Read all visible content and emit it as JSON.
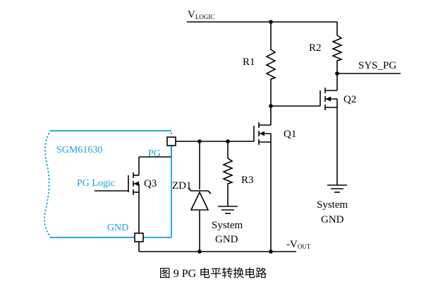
{
  "colors": {
    "wire": "#000000",
    "chip": "#1a9ed6"
  },
  "figure": {
    "caption": "图 9 PG 电平转换电路"
  },
  "chip": {
    "name": "SGM61630",
    "pin_pg": "PG",
    "pin_gnd": "GND",
    "input_label": "PG Logic"
  },
  "rails": {
    "vlogic_main": "V",
    "vlogic_sub": "LOGIC",
    "vout_main": "-V",
    "vout_sub": "OUT",
    "output_label": "SYS_PG"
  },
  "components": {
    "r1": "R1",
    "r2": "R2",
    "r3": "R3",
    "q1": "Q1",
    "q2": "Q2",
    "q3": "Q3",
    "zd1": "ZD1"
  },
  "grounds": {
    "gnd1_line1": "System",
    "gnd1_line2": "GND",
    "gnd2_line1": "System",
    "gnd2_line2": "GND"
  }
}
